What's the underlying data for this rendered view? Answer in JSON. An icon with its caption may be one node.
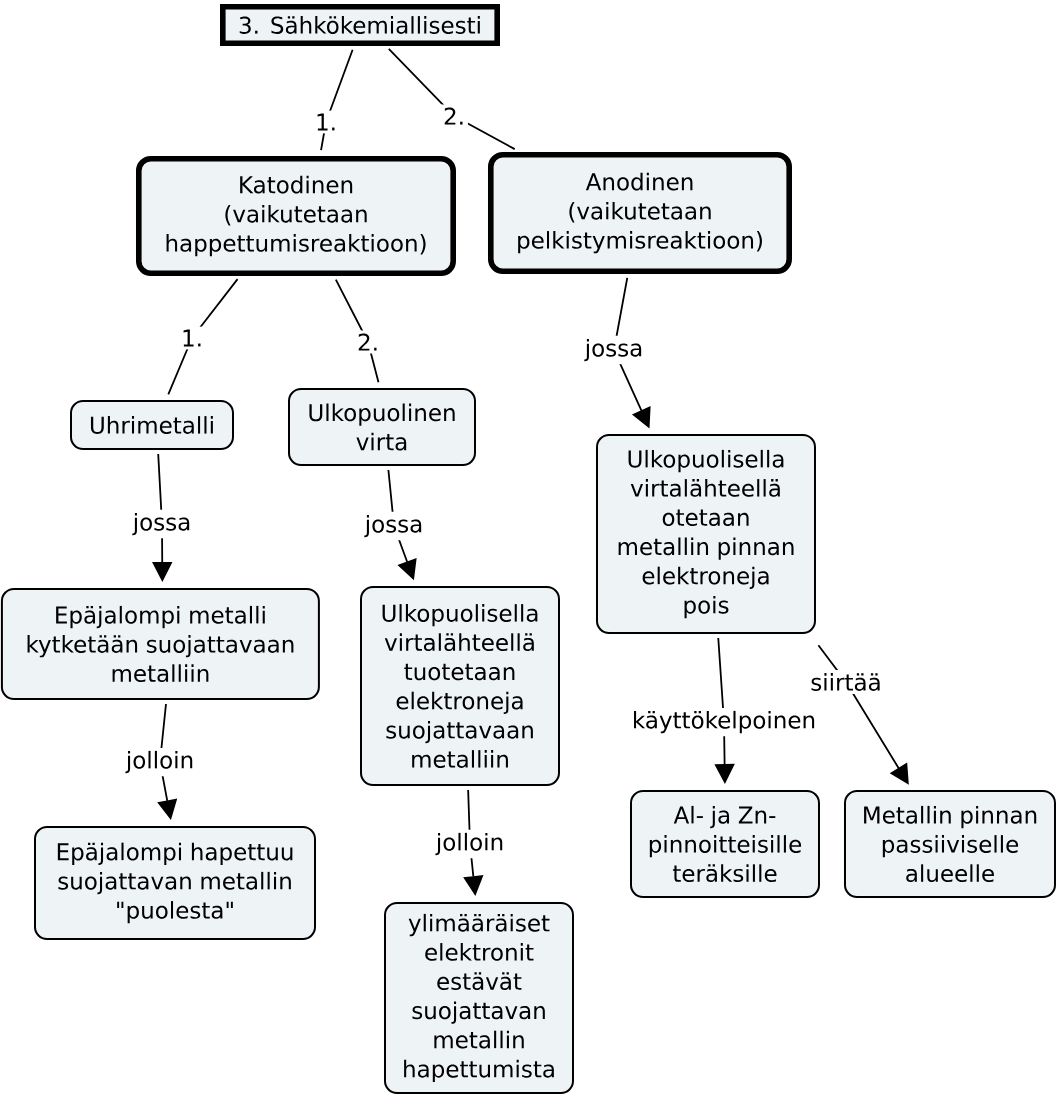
{
  "diagram": {
    "nodes": [
      {
        "text": [
          "3. Sähkökemiallisesti"
        ]
      },
      {
        "text": [
          "Katodinen (vaikutetaan happettumisreaktioon)"
        ]
      },
      {
        "text": [
          "Anodinen (vaikutetaan pelkistymisreaktioon)"
        ]
      },
      {
        "text": [
          "Uhrimetalli"
        ]
      },
      {
        "text": [
          "Ulkopuolinen virta"
        ]
      },
      {
        "text": [
          "Epäjalompi metalli kytketään suojattavaan metalliin"
        ]
      },
      {
        "text": [
          "Ulkopuolisella virtalähteellä tuotetaan elektroneja suojattavaan metalliin"
        ]
      },
      {
        "text": [
          "Ulkopuolisella virtalähteellä otetaan metallin pinnan elektroneja pois"
        ]
      },
      {
        "text": [
          "Epäjalompi hapettuu suojattavan metallin \"puolesta\""
        ]
      },
      {
        "text": [
          "ylimääräiset elektronit estävät suojattavan metallin hapettumista"
        ]
      },
      {
        "text": [
          "Al- ja Zn-pinnoitteisille teräksille"
        ]
      },
      {
        "text": [
          "Metallin pinnan passiiviselle alueelle"
        ]
      }
    ],
    "edges": [
      {
        "from": 0,
        "to": 1,
        "arrow": "none",
        "label": "1."
      },
      {
        "from": 0,
        "to": 2,
        "arrow": "none",
        "label": "2."
      },
      {
        "from": 1,
        "to": 3,
        "arrow": "none",
        "label": "1."
      },
      {
        "from": 1,
        "to": 4,
        "arrow": "none",
        "label": "2."
      },
      {
        "from": 2,
        "to": 7,
        "arrow": "to",
        "label": "jossa"
      },
      {
        "from": 3,
        "to": 5,
        "arrow": "to",
        "label": "jossa"
      },
      {
        "from": 4,
        "to": 6,
        "arrow": "to",
        "label": "jossa"
      },
      {
        "from": 5,
        "to": 8,
        "arrow": "to",
        "label": "jolloin"
      },
      {
        "from": 6,
        "to": 9,
        "arrow": "to",
        "label": "jolloin"
      },
      {
        "from": 7,
        "to": 10,
        "arrow": "to",
        "label": "käyttökelpoinen"
      },
      {
        "from": 7,
        "to": 11,
        "arrow": "to",
        "label": "siirtää"
      }
    ]
  }
}
